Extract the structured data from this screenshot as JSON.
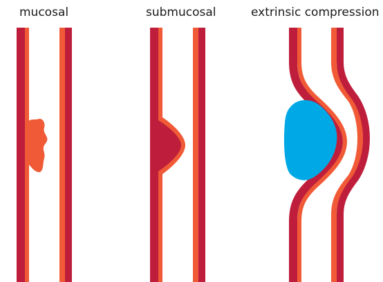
{
  "labels": {
    "mucosal": "mucosal",
    "submucosal": "submucosal",
    "extrinsic": "extrinsic compression"
  },
  "colors": {
    "wall_outer": "#be1e3c",
    "wall_inner": "#f05a36",
    "lesion_mucosal": "#f05a36",
    "lesion_submucosal": "#be1e3c",
    "mass_extrinsic": "#00a9e6",
    "background": "#ffffff"
  }
}
